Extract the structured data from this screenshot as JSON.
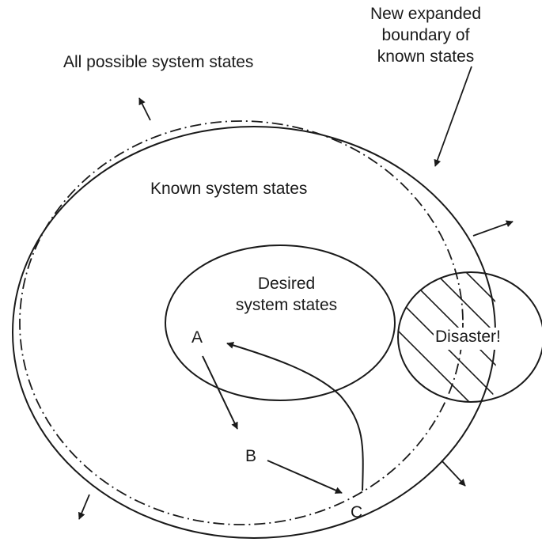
{
  "labels": {
    "new_boundary": [
      "New expanded",
      "boundary of",
      "known states"
    ],
    "all_states": "All possible system states",
    "known_states": "Known system states",
    "desired_states": [
      "Desired",
      "system states"
    ],
    "disaster": "Disaster!",
    "point_a": "A",
    "point_b": "B",
    "point_c": "C"
  },
  "colors": {
    "stroke": "#1a1a1a",
    "background": "#ffffff"
  }
}
